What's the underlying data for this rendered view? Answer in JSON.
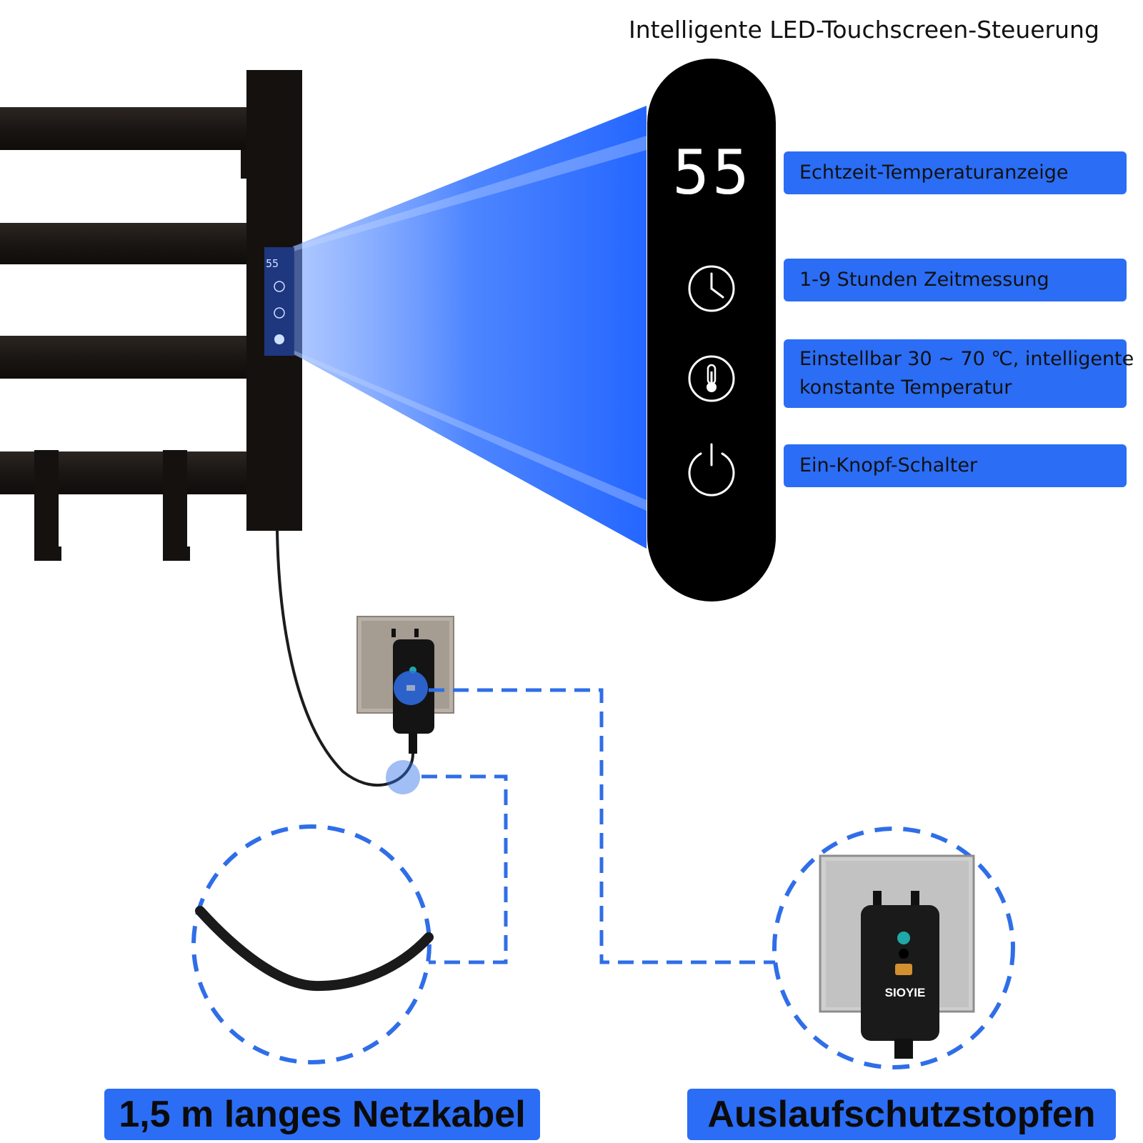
{
  "header": {
    "title": "Intelligente LED-Touchscreen-Steuerung"
  },
  "display": {
    "temperature": "55",
    "mini_temperature": "55"
  },
  "features": [
    {
      "label": "Echtzeit-Temperaturanzeige",
      "icon": "digital-display"
    },
    {
      "label": "1-9 Stunden Zeitmessung",
      "icon": "clock-icon"
    },
    {
      "label_line1": "Einstellbar 30 ~ 70 ℃, intelligente",
      "label_line2": "konstante Temperatur",
      "icon": "thermometer-icon"
    },
    {
      "label": "Ein-Knopf-Schalter",
      "icon": "power-icon"
    }
  ],
  "callouts": {
    "cable": "1,5 m langes Netzkabel",
    "plug": "Auslaufschutzstopfen"
  },
  "plug": {
    "brand": "SIOYIE"
  },
  "colors": {
    "accent": "#2b6df5",
    "dash": "#2f6ee8",
    "rack": "#1b1715"
  }
}
